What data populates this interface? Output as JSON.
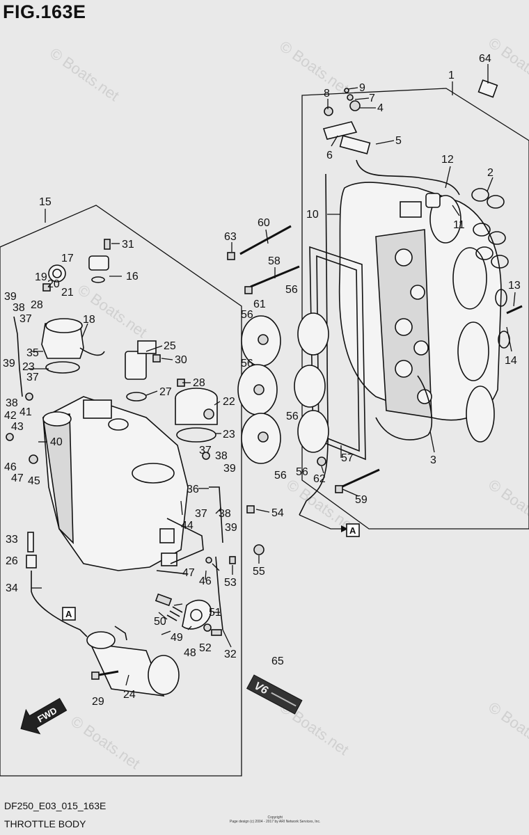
{
  "header": {
    "title": "FIG.163E"
  },
  "footer": {
    "code": "DF250_E03_015_163E",
    "caption": "THROTTLE BODY",
    "copyright_line1": "Copyright",
    "copyright_line2": "Page design (c) 2004 - 2017 by ARI Network Services, Inc."
  },
  "watermark": "© Boats.net",
  "markers": {
    "ref_a": "A",
    "fwd": "FWD",
    "emblem": "V6"
  },
  "callouts": [
    "1",
    "2",
    "3",
    "4",
    "5",
    "6",
    "7",
    "8",
    "9",
    "10",
    "11",
    "12",
    "13",
    "14",
    "15",
    "16",
    "17",
    "18",
    "19",
    "20",
    "21",
    "22",
    "23",
    "24",
    "25",
    "26",
    "27",
    "28",
    "29",
    "30",
    "31",
    "32",
    "33",
    "34",
    "35",
    "36",
    "37",
    "38",
    "39",
    "40",
    "41",
    "42",
    "43",
    "44",
    "45",
    "46",
    "47",
    "48",
    "49",
    "50",
    "51",
    "52",
    "53",
    "54",
    "55",
    "56",
    "57",
    "58",
    "59",
    "60",
    "61",
    "62",
    "63",
    "64",
    "65"
  ]
}
